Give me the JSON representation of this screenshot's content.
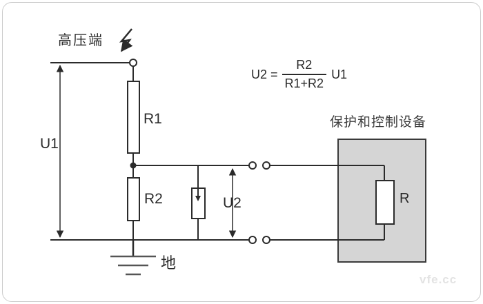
{
  "diagram": {
    "type": "circuit-schematic",
    "subject": "resistive voltage divider feeding protection and control equipment",
    "labels": {
      "hv_terminal": "高压端",
      "u1": "U1",
      "r1": "R1",
      "r2": "R2",
      "u2": "U2",
      "ground": "地",
      "device_box_title": "保护和控制设备",
      "device_resistor": "R"
    },
    "formula": {
      "lhs": "U2 =",
      "numerator": "R2",
      "denominator": "R1+R2",
      "rhs": "U1"
    },
    "icons": {
      "lightning": "lightning-bolt-icon",
      "ground": "earth-ground-icon",
      "arrester": "surge-arrester-icon"
    },
    "colors": {
      "line": "#2b2b2b",
      "ground_bars": "#555555",
      "box_fill": "#d5d5d5",
      "box_border": "#3a3a3a",
      "text": "#2b2b2b",
      "watermark": "#e3e3e3",
      "frame_border": "#cccccc"
    },
    "watermark": "vfe.cc"
  }
}
